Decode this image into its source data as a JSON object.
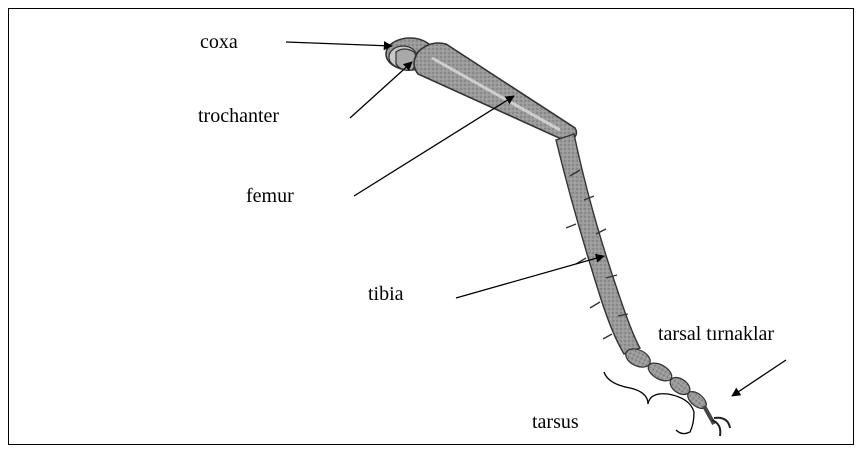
{
  "diagram": {
    "labels": {
      "coxa": "coxa",
      "trochanter": "trochanter",
      "femur": "femur",
      "tibia": "tibia",
      "tarsal_claws": "tarsal tırnaklar",
      "tarsus": "tarsus"
    }
  }
}
